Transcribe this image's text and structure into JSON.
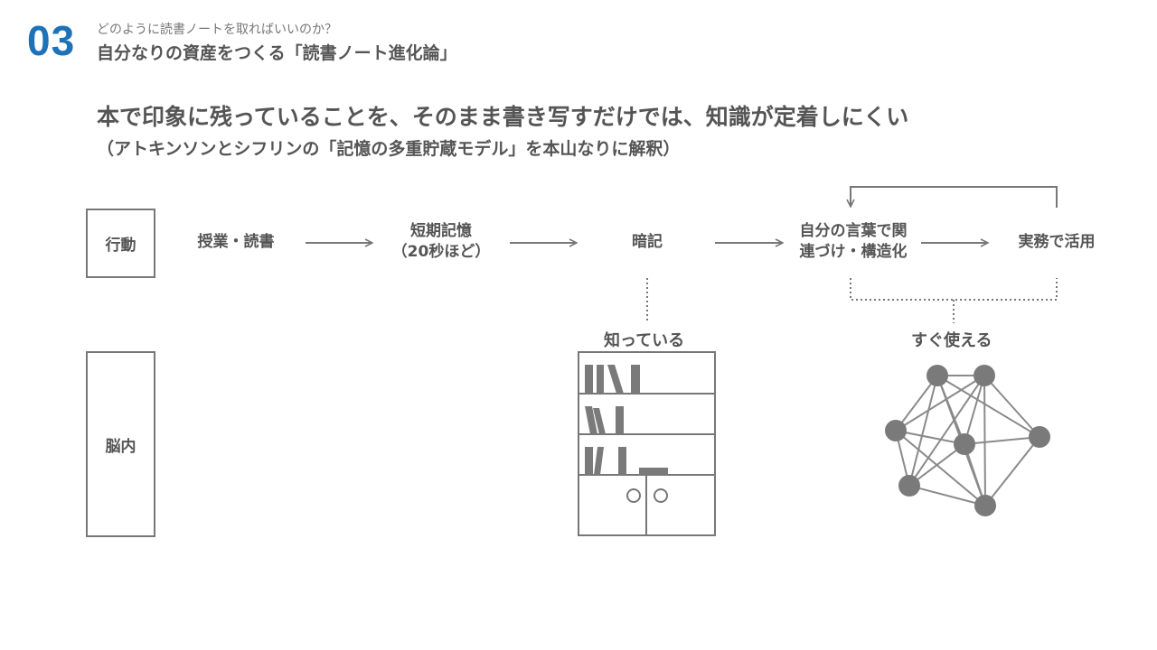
{
  "header": {
    "section_number": "03",
    "kicker": "どのように読書ノートを取ればいいのか？",
    "title": "自分なりの資産をつくる「読書ノート進化論」"
  },
  "headline": "本で印象に残っていることを、そのまま書き写すだけでは、知識が定着しにくい",
  "subhead": "（アトキンソンとシフリンの「記憶の多重貯蔵モデル」を本山なりに解釈）",
  "rows": {
    "action": "行動",
    "brain": "脳内"
  },
  "flow": {
    "step1": "授業・読書",
    "step2_line1": "短期記憶",
    "step2_line2": "（20秒ほど）",
    "step3": "暗記",
    "step4_line1": "自分の言葉で関",
    "step4_line2": "連づけ・構造化",
    "step5": "実務で活用"
  },
  "brain_labels": {
    "knowing": "知っている",
    "usable": "すぐ使える"
  },
  "colors": {
    "accent": "#1e73b8",
    "line": "#777777",
    "node": "#7a7a7a"
  }
}
